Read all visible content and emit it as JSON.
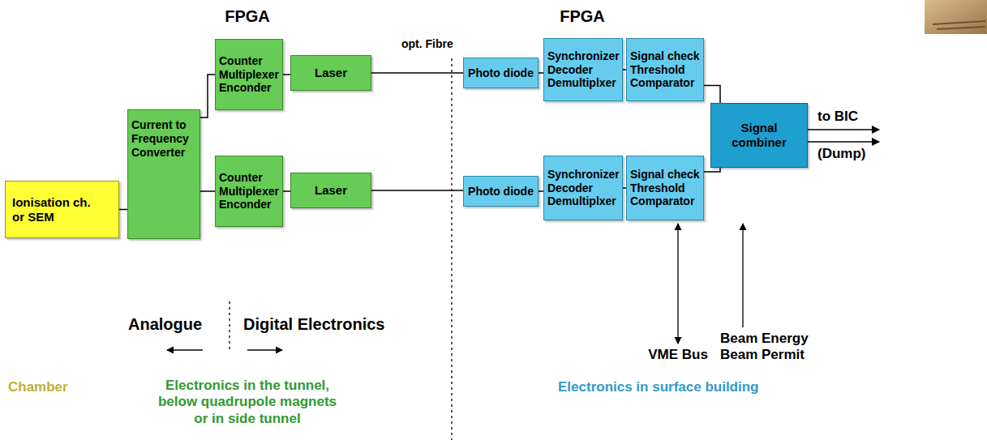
{
  "diagram": {
    "nodes": [
      {
        "text": [
          "Ionisation ch. or SEM"
        ]
      },
      {
        "text": [
          "Current to Frequency Converter"
        ]
      },
      {
        "text": [
          "Counter Multiplexer Enconder"
        ]
      },
      {
        "text": [
          "Laser"
        ]
      },
      {
        "text": [
          "Counter Multiplexer Enconder"
        ]
      },
      {
        "text": [
          "Laser"
        ]
      },
      {
        "text": [
          "Photo diode"
        ]
      },
      {
        "text": [
          "Synchronizer Decoder Demultiplxer"
        ]
      },
      {
        "text": [
          "Signal check Threshold Comparator"
        ]
      },
      {
        "text": [
          "Photo diode"
        ]
      },
      {
        "text": [
          "Synchronizer Decoder Demultiplxer"
        ]
      },
      {
        "text": [
          "Signal check Threshold Comparator"
        ]
      },
      {
        "text": [
          "Signal combiner"
        ]
      }
    ],
    "edges": [
      {
        "from": 0,
        "to": 1,
        "arrow": "none"
      },
      {
        "from": 1,
        "to": 2,
        "arrow": "none"
      },
      {
        "from": 1,
        "to": 4,
        "arrow": "none"
      },
      {
        "from": 2,
        "to": 3,
        "arrow": "none"
      },
      {
        "from": 4,
        "to": 5,
        "arrow": "none"
      },
      {
        "from": 3,
        "to": 6,
        "arrow": "none"
      },
      {
        "from": 5,
        "to": 9,
        "arrow": "none"
      },
      {
        "from": 6,
        "to": 7,
        "arrow": "none"
      },
      {
        "from": 9,
        "to": 10,
        "arrow": "none"
      },
      {
        "from": 7,
        "to": 8,
        "arrow": "none"
      },
      {
        "from": 10,
        "to": 11,
        "arrow": "none"
      },
      {
        "from": 8,
        "to": 12,
        "arrow": "none"
      },
      {
        "from": 11,
        "to": 12,
        "arrow": "none"
      }
    ],
    "labels": [
      "FPGA",
      "FPGA",
      "opt. Fibre",
      "to BIC",
      "(Dump)",
      "VME Bus",
      "Beam Energy Beam Permit",
      "Analogue",
      "Digital Electronics",
      "Chamber",
      "Electronics in the tunnel, below quadrupole magnets or in side tunnel",
      "Electronics in surface building"
    ]
  }
}
